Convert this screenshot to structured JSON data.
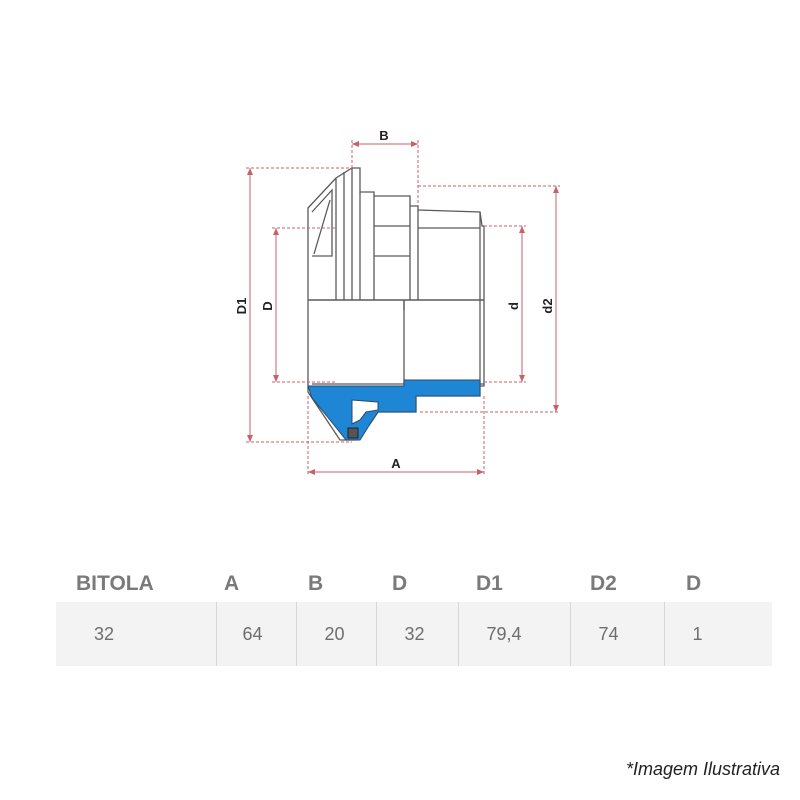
{
  "drawing": {
    "dimension_labels": {
      "A": "A",
      "B": "B",
      "D": "D",
      "D1": "D1",
      "d": "d",
      "d2": "d2"
    },
    "colors": {
      "dimension_lines": "#c9606a",
      "outline": "#5a5a5a",
      "section_fill": "#1f86d6"
    }
  },
  "specs_table": {
    "headers": [
      "BITOLA",
      "A",
      "B",
      "D",
      "D1",
      "D2",
      "D"
    ],
    "rows": [
      [
        "32",
        "64",
        "20",
        "32",
        "79,4",
        "74",
        "1"
      ]
    ]
  },
  "footnote": "*Imagem Ilustrativa"
}
